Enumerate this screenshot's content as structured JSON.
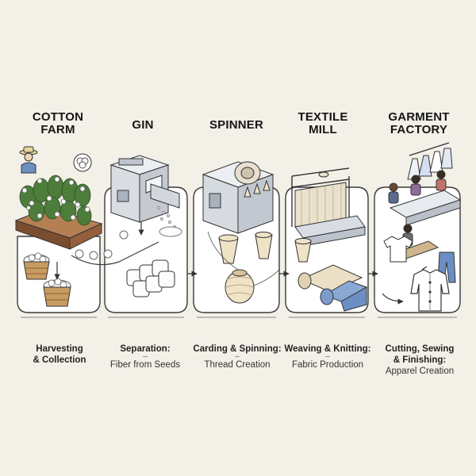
{
  "stages": [
    {
      "title_lines": [
        "COTTON",
        "FARM"
      ],
      "caption_lines": [
        "Harvesting",
        "& Collection"
      ],
      "caption_sub": ""
    },
    {
      "title_lines": [
        "GIN",
        ""
      ],
      "caption_lines": [
        "Separation:",
        ""
      ],
      "caption_sub": "Fiber from Seeds"
    },
    {
      "title_lines": [
        "SPINNER",
        ""
      ],
      "caption_lines": [
        "Carding & Spinning:",
        ""
      ],
      "caption_sub": "Thread Creation"
    },
    {
      "title_lines": [
        "TEXTILE",
        "MILL"
      ],
      "caption_lines": [
        "Weaving & Knitting:",
        ""
      ],
      "caption_sub": "Fabric Production"
    },
    {
      "title_lines": [
        "GARMENT",
        "FACTORY"
      ],
      "caption_lines": [
        "Cutting, Sewing",
        "& Finishing:"
      ],
      "caption_sub": "Apparel Creation"
    }
  ],
  "icons": {
    "farmer": "farmer-icon",
    "cotton_boll": "cotton-boll-icon",
    "basket": "basket-icon",
    "gin_machine": "gin-machine-icon",
    "bales": "cotton-bale-icon",
    "spinning_machine": "spinning-machine-icon",
    "spool": "thread-spool-icon",
    "loom": "loom-icon",
    "fabric_roll": "fabric-roll-icon",
    "workers": "sewing-worker-icon",
    "shirt": "shirt-icon",
    "jeans": "jeans-icon"
  },
  "colors": {
    "background": "#f3f0e8",
    "panel": "#ffffff",
    "outline": "#3a3a3a",
    "soil": "#8a5a3a",
    "leaf": "#4c7d3a",
    "denim": "#6b8fc4",
    "beige": "#e8dcc0"
  }
}
